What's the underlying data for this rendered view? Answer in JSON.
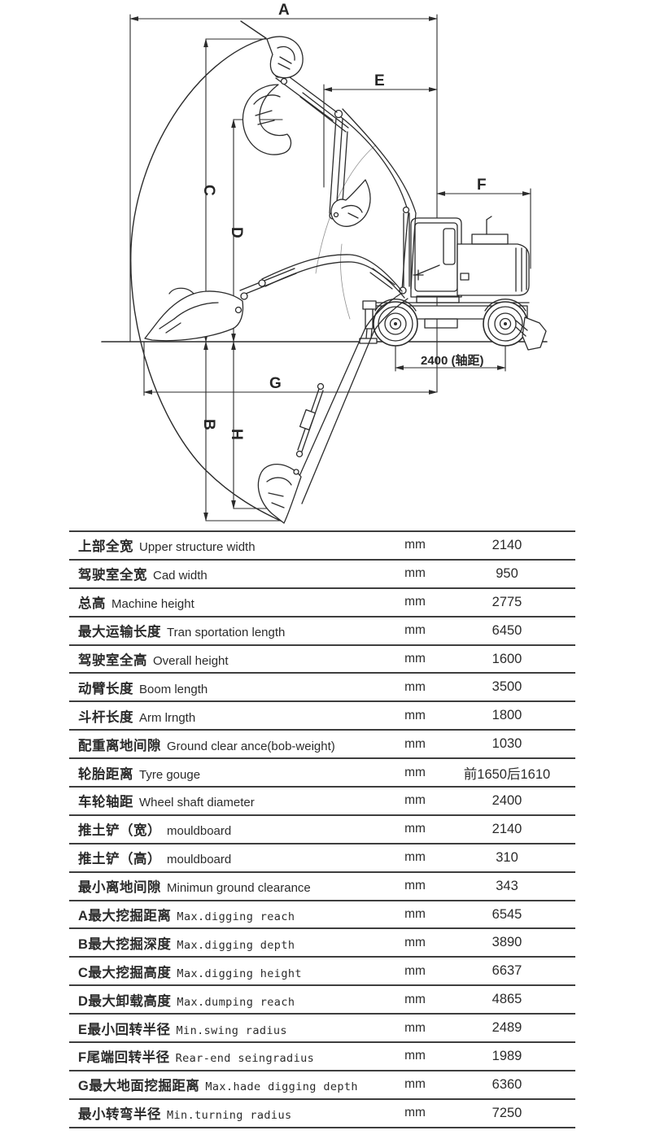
{
  "diagram": {
    "labels": {
      "A": "A",
      "B": "B",
      "C": "C",
      "D": "D",
      "E": "E",
      "F": "F",
      "G": "G",
      "H": "H",
      "wheelbase": "2400 (轴距)"
    }
  },
  "table": {
    "unit_default": "mm",
    "rows": [
      {
        "cn": "上部全宽",
        "en": "Upper structure width",
        "unit": "mm",
        "value": "2140",
        "mono": false
      },
      {
        "cn": "驾驶室全宽",
        "en": "Cad width",
        "unit": "mm",
        "value": "950",
        "mono": false
      },
      {
        "cn": "总高",
        "en": "Machine height",
        "unit": "mm",
        "value": "2775",
        "mono": false
      },
      {
        "cn": "最大运输长度",
        "en": "Tran sportation length",
        "unit": "mm",
        "value": "6450",
        "mono": false
      },
      {
        "cn": "驾驶室全高",
        "en": "Overall height",
        "unit": "mm",
        "value": "1600",
        "mono": false
      },
      {
        "cn": "动臂长度",
        "en": "Boom length",
        "unit": "mm",
        "value": "3500",
        "mono": false
      },
      {
        "cn": "斗杆长度",
        "en": "Arm lrngth",
        "unit": "mm",
        "value": "1800",
        "mono": false
      },
      {
        "cn": "配重离地间隙",
        "en": "Ground clear ance(bob-weight)",
        "unit": "mm",
        "value": "1030",
        "mono": false
      },
      {
        "cn": "轮胎距离",
        "en": "Tyre gouge",
        "unit": "mm",
        "value": "前1650后1610",
        "mono": false
      },
      {
        "cn": "车轮轴距",
        "en": "Wheel shaft diameter",
        "unit": "mm",
        "value": "2400",
        "mono": false
      },
      {
        "cn": "推土铲（宽）",
        "en": "mouldboard",
        "unit": "mm",
        "value": "2140",
        "mono": false
      },
      {
        "cn": "推土铲（高）",
        "en": "mouldboard",
        "unit": "mm",
        "value": "310",
        "mono": false
      },
      {
        "cn": "最小离地间隙",
        "en": "Minimun ground clearance",
        "unit": "mm",
        "value": "343",
        "mono": false
      },
      {
        "cn": "A最大挖掘距离",
        "en": "Max.digging reach",
        "unit": "mm",
        "value": "6545",
        "mono": true
      },
      {
        "cn": "B最大挖掘深度",
        "en": "Max.digging depth",
        "unit": "mm",
        "value": "3890",
        "mono": true
      },
      {
        "cn": "C最大挖掘高度",
        "en": "Max.digging height",
        "unit": "mm",
        "value": "6637",
        "mono": true
      },
      {
        "cn": "D最大卸载高度",
        "en": "Max.dumping reach",
        "unit": "mm",
        "value": "4865",
        "mono": true
      },
      {
        "cn": "E最小回转半径",
        "en": "Min.swing radius",
        "unit": "mm",
        "value": "2489",
        "mono": true
      },
      {
        "cn": "F尾端回转半径",
        "en": "Rear-end seingradius",
        "unit": "mm",
        "value": "1989",
        "mono": true
      },
      {
        "cn": "G最大地面挖掘距离",
        "en": "Max.hade digging depth",
        "unit": "mm",
        "value": "6360",
        "mono": true
      },
      {
        "cn": "最小转弯半径",
        "en": "Min.turning radius",
        "unit": "mm",
        "value": "7250",
        "mono": true
      }
    ]
  }
}
